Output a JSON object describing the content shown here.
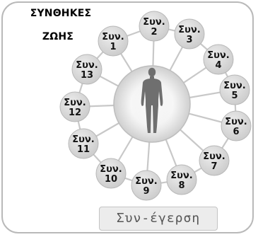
{
  "title": {
    "line1": "ΣΥΝΘΗΚΕΣ",
    "line2": "ΖΩΗΣ"
  },
  "center": {
    "icon": "human-body-icon"
  },
  "nodes": [
    {
      "label": "Συν.",
      "number": "1"
    },
    {
      "label": "Συν.",
      "number": "2"
    },
    {
      "label": "Συν.",
      "number": "3"
    },
    {
      "label": "Συν.",
      "number": "4"
    },
    {
      "label": "Συν.",
      "number": "5"
    },
    {
      "label": "Συν.",
      "number": "6"
    },
    {
      "label": "Συν.",
      "number": "7"
    },
    {
      "label": "Συν.",
      "number": "8"
    },
    {
      "label": "Συν.",
      "number": "9"
    },
    {
      "label": "Συν.",
      "number": "10"
    },
    {
      "label": "Συν.",
      "number": "11"
    },
    {
      "label": "Συν.",
      "number": "12"
    },
    {
      "label": "Συν.",
      "number": "13"
    }
  ],
  "button": {
    "label": "Συν-έγερση"
  },
  "colors": {
    "node_fill": "#d9d9d9",
    "line": "#c8c8c8",
    "border": "#b9b9b9"
  }
}
